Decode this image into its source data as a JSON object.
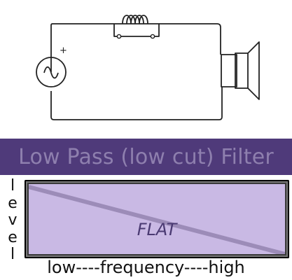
{
  "source": {
    "polarity": "+"
  },
  "title": "Low Pass (low cut) Filter",
  "y_axis_label": [
    "l",
    "e",
    "v",
    "e",
    "l"
  ],
  "plot_label": "FLAT",
  "x_axis_label": "low----frequency----high",
  "colors": {
    "title_bar": "#4f3a7a",
    "title_text": "#8e7fae",
    "plot_fill": "#c9b9e4",
    "response_line": "#9c8cb8",
    "wire": "#222222"
  }
}
